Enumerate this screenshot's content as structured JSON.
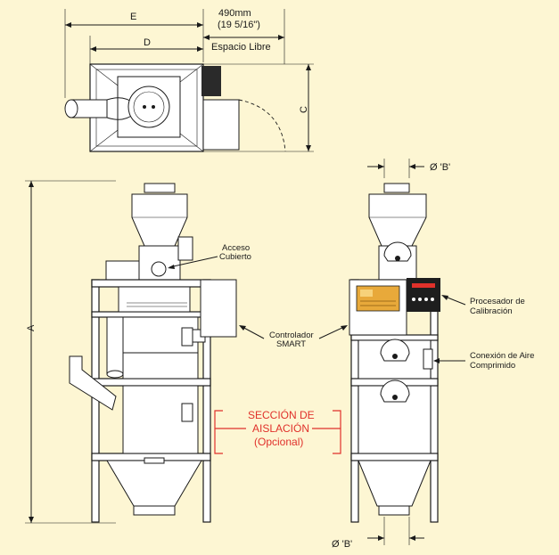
{
  "colors": {
    "background": "#fdf6d3",
    "line": "#1a1a1a",
    "accent_red": "#e0312b"
  },
  "dimensions": {
    "clearance_mm": "490mm",
    "clearance_in": "(19 5/16\")",
    "clearance_label": "Espacio Libre",
    "e": "E",
    "d": "D",
    "c": "C",
    "a": "A",
    "b_top": "Ø 'B'",
    "b_bottom": "Ø 'B'"
  },
  "callouts": {
    "acceso": [
      "Acceso",
      "Cubierto"
    ],
    "controlador": [
      "Controlador",
      "SMART"
    ],
    "procesador": [
      "Procesador de",
      "Calibración"
    ],
    "aire": [
      "Conexión de Aire",
      "Comprimido"
    ],
    "seccion": [
      "SECCIÓN DE",
      "AISLACIÓN",
      "(Opcional)"
    ]
  }
}
